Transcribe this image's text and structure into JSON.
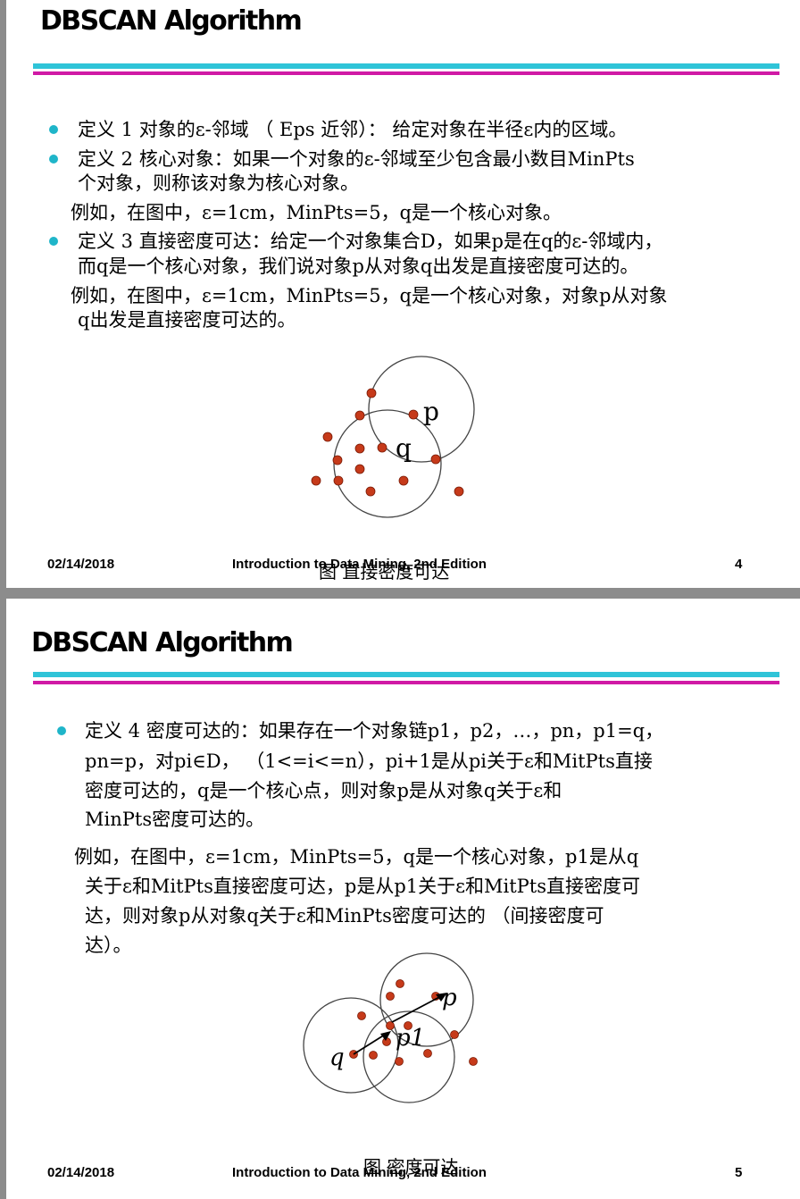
{
  "slide1": {
    "title": "DBSCAN Algorithm",
    "lines": [
      "定义 1  对象的ε-邻域 （ Eps 近邻）： 给定对象在半径ε内的区域。",
      "定义 2  核心对象：如果一个对象的ε-邻域至少包含最小数目MinPts",
      "个对象，则称该对象为核心对象。",
      "例如，在图中，ε=1cm，MinPts=5，q是一个核心对象。",
      "定义 3  直接密度可达：给定一个对象集合D，如果p是在q的ε-邻域内，",
      "而q是一个核心对象，我们说对象p从对象q出发是直接密度可达的。",
      "例如，在图中，ε=1cm，MinPts=5，q是一个核心对象，对象p从对象",
      "q出发是直接密度可达的。"
    ],
    "figure": {
      "label_p": "p",
      "label_q": "q"
    },
    "caption": "图  直接密度可达",
    "footer": {
      "date": "02/14/2018",
      "course": "Introduction to Data Mining, 2nd Edition",
      "page": "4"
    }
  },
  "slide2": {
    "title": "DBSCAN Algorithm",
    "lines": [
      "定义 4  密度可达的：如果存在一个对象链p1，p2，…，pn，p1=q，",
      "pn=p，对pi∈D，  （1<=i<=n），pi+1是从pi关于ε和MitPts直接",
      "密度可达的，q是一个核心点，则对象p是从对象q关于ε和",
      "MinPts密度可达的。",
      "例如，在图中，ε=1cm，MinPts=5，q是一个核心对象，p1是从q",
      "关于ε和MitPts直接密度可达，p是从p1关于ε和MitPts直接密度可",
      "达，则对象p从对象q关于ε和MinPts密度可达的   （间接密度可",
      "达）。"
    ],
    "figure": {
      "label_p": "p",
      "label_p1": "p1",
      "label_q": "q"
    },
    "caption": "图  密度可达",
    "footer": {
      "date": "02/14/2018",
      "course": "Introduction to Data Mining, 2nd Edition",
      "page": "5"
    }
  },
  "colors": {
    "cyan_bar": "#2fc4d8",
    "magenta_bar": "#d01aa5",
    "bullet": "#1fb5c9",
    "point_fill": "#c63a1a"
  }
}
